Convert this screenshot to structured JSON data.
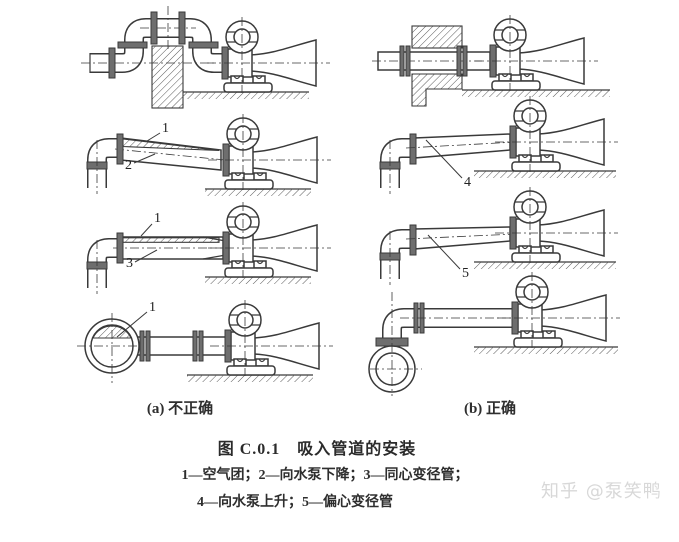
{
  "captions": {
    "a": "(a) 不正确",
    "b": "(b) 正确"
  },
  "figure_title": "图 C.0.1　吸入管道的安装",
  "legend": {
    "line1": "1—空气团；2—向水泵下降；3—同心变径管；",
    "line2": "4—向水泵上升；5—偏心变径管"
  },
  "watermark": "知乎 @泵笑鸭",
  "part_labels": {
    "n1": "1",
    "n2": "2",
    "n3": "3",
    "n4": "4",
    "n5": "5"
  },
  "colors": {
    "line": "#3a3a3a",
    "flange_fill": "#6e6e6e",
    "hatch": "#5a5a5a",
    "watermark": "#d8d8d8",
    "background": "#ffffff"
  }
}
